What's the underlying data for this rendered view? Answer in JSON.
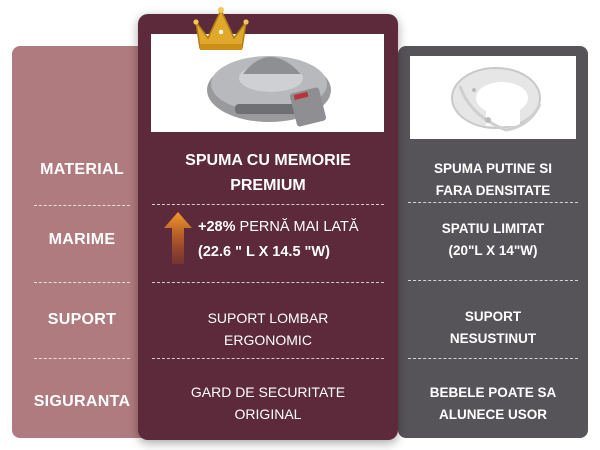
{
  "rows": [
    {
      "label": "MATERIAL"
    },
    {
      "label": "MARIME"
    },
    {
      "label": "SUPORT"
    },
    {
      "label": "SIGURANTA"
    }
  ],
  "premium": {
    "material_line1": "SPUMA CU MEMORIE",
    "material_line2": "PREMIUM",
    "size_percent": "+28%",
    "size_text": "PERNĂ MAI LATĂ",
    "size_dims": "(22.6 \" L x 14.5 \"W)",
    "support_line1": "SUPORT LOMBAR",
    "support_line2": "ERGONOMIC",
    "safety_line1": "GARD DE SECURITATE",
    "safety_line2": "ORIGINAL"
  },
  "basic": {
    "material_line1": "SPUMA PUTINE SI",
    "material_line2": "FARA DENSITATE",
    "size_line1": "SPATIU LIMITAT",
    "size_line2": "(20\"L x 14\"W)",
    "support_line1": "SUPORT",
    "support_line2": "NESUSTINUT",
    "safety_line1": "BEBELE POATE SA",
    "safety_line2": "ALUNECE USOR"
  },
  "colors": {
    "left_column": "#b07b7e",
    "premium_column": "#5c2a3b",
    "basic_column": "#575459",
    "crown": "#e0a92c",
    "arrow": "#e8891e"
  },
  "icons": [
    "crown-icon",
    "arrow-up-icon",
    "premium-pillow-image",
    "basic-pillow-image"
  ]
}
